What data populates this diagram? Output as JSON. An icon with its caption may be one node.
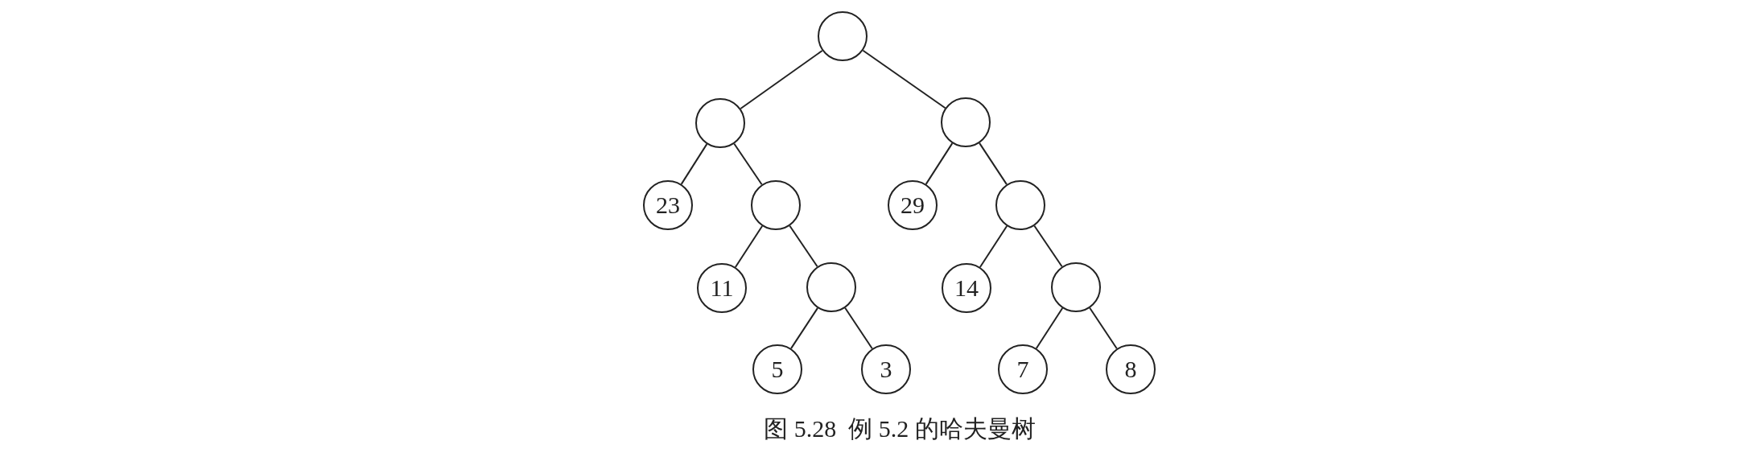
{
  "diagram": {
    "caption": "图 5.28  例 5.2 的哈夫曼树",
    "nodes": [
      {
        "text": [],
        "shape": "circle"
      },
      {
        "text": [],
        "shape": "circle"
      },
      {
        "text": [],
        "shape": "circle"
      },
      {
        "text": [
          "23"
        ]
      },
      {
        "text": [],
        "shape": "circle"
      },
      {
        "text": [
          "29"
        ]
      },
      {
        "text": [],
        "shape": "circle"
      },
      {
        "text": [
          "11"
        ]
      },
      {
        "text": [],
        "shape": "circle"
      },
      {
        "text": [
          "14"
        ]
      },
      {
        "text": [],
        "shape": "circle"
      },
      {
        "text": [
          "5"
        ]
      },
      {
        "text": [
          "3"
        ]
      },
      {
        "text": [
          "7"
        ]
      },
      {
        "text": [
          "8"
        ]
      }
    ],
    "edges": [
      {
        "from": 0,
        "to": 1,
        "arrow": "none"
      },
      {
        "from": 0,
        "to": 2,
        "arrow": "none"
      },
      {
        "from": 1,
        "to": 3,
        "arrow": "none"
      },
      {
        "from": 1,
        "to": 4,
        "arrow": "none"
      },
      {
        "from": 2,
        "to": 5,
        "arrow": "none"
      },
      {
        "from": 2,
        "to": 6,
        "arrow": "none"
      },
      {
        "from": 4,
        "to": 7,
        "arrow": "none"
      },
      {
        "from": 4,
        "to": 8,
        "arrow": "none"
      },
      {
        "from": 6,
        "to": 9,
        "arrow": "none"
      },
      {
        "from": 6,
        "to": 10,
        "arrow": "none"
      },
      {
        "from": 8,
        "to": 11,
        "arrow": "none"
      },
      {
        "from": 8,
        "to": 12,
        "arrow": "none"
      },
      {
        "from": 10,
        "to": 13,
        "arrow": "none"
      },
      {
        "from": 10,
        "to": 14,
        "arrow": "none"
      }
    ]
  }
}
